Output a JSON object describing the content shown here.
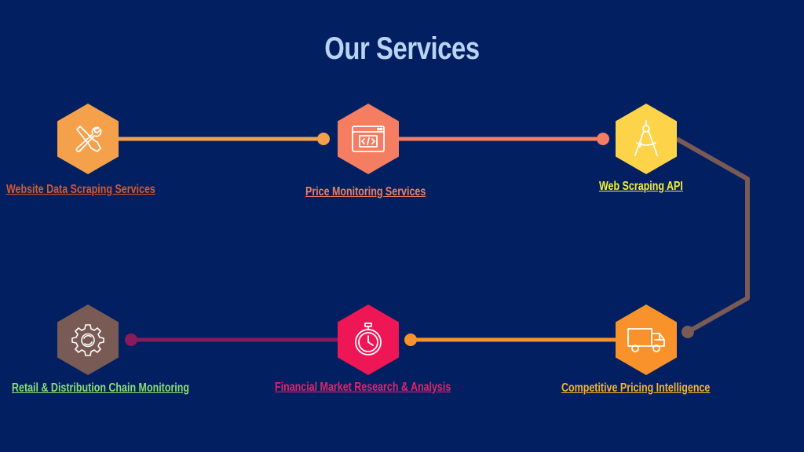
{
  "title": "Our Services",
  "services": [
    {
      "label": "Website Data Scraping Services",
      "icon": "tools-icon",
      "hex_color": "#f5a04a",
      "label_color": "#d8582c"
    },
    {
      "label": "Price Monitoring Services",
      "icon": "code-window-icon",
      "hex_color": "#f47d62",
      "label_color": "#f47d62"
    },
    {
      "label": "Web Scraping API",
      "icon": "compass-icon",
      "hex_color": "#fdd34a",
      "label_color": "#f6f03a"
    },
    {
      "label": "Competitive Pricing Intelligence",
      "icon": "truck-icon",
      "hex_color": "#f9922a",
      "label_color": "#f9b32a"
    },
    {
      "label": "Financial Market Research & Analysis",
      "icon": "stopwatch-icon",
      "hex_color": "#ee1654",
      "label_color": "#e9206a"
    },
    {
      "label": "Retail & Distribution Chain Monitoring",
      "icon": "gear-icon",
      "hex_color": "#7a5a55",
      "label_color": "#8be06c"
    }
  ],
  "connector_colors": {
    "row1_left": "#f5a04a",
    "row1_right": "#f47d62",
    "right_side": "#7a5a55",
    "row2_right": "#f9922a",
    "row2_left": "#8a1a5a"
  }
}
